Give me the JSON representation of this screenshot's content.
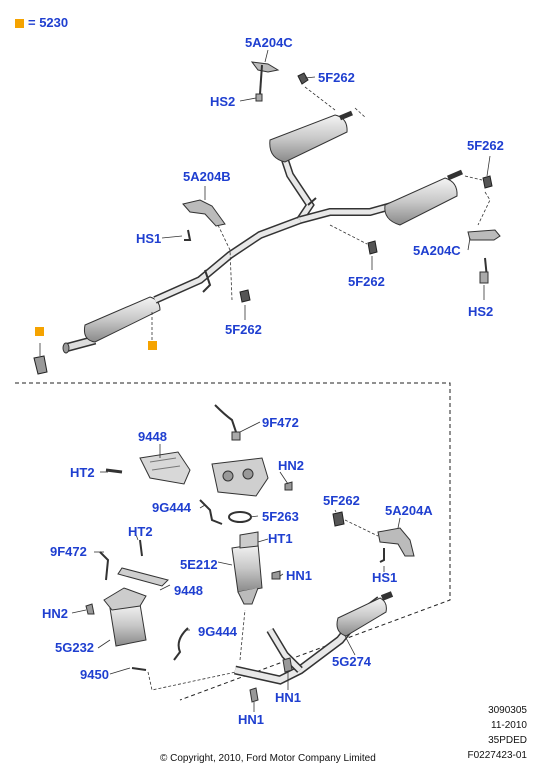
{
  "legend": {
    "marker_color": "#f5a300",
    "text": "= 5230"
  },
  "labels": {
    "5A204C_top": "5A204C",
    "5F262_top": "5F262",
    "HS2_top": "HS2",
    "5F262_right": "5F262",
    "5A204B": "5A204B",
    "HS1_left": "HS1",
    "5A204C_right": "5A204C",
    "5F262_mid": "5F262",
    "HS2_right": "HS2",
    "5F262_lower": "5F262",
    "9F472_top": "9F472",
    "9448_top": "9448",
    "HT2_top": "HT2",
    "HN2_top": "HN2",
    "9G444_top": "9G444",
    "5F263": "5F263",
    "HT2_mid": "HT2",
    "HT1": "HT1",
    "9F472_left": "9F472",
    "5E212": "5E212",
    "HN1_mid": "HN1",
    "9448_mid": "9448",
    "HN2_left": "HN2",
    "9G444_low": "9G444",
    "5G232": "5G232",
    "9450": "9450",
    "5F262_low": "5F262",
    "5A204A": "5A204A",
    "HS1_low": "HS1",
    "5G274": "5G274",
    "HN1_low": "HN1",
    "HN1_bottom": "HN1"
  },
  "footer": {
    "code1": "3090305",
    "code2": "11-2010",
    "code3": "35PDED",
    "code4": "F0227423-01",
    "copyright": "© Copyright, 2010, Ford Motor Company Limited"
  },
  "colors": {
    "label": "#1f3fd0",
    "highlight": "#f5a300",
    "line": "#222222"
  }
}
